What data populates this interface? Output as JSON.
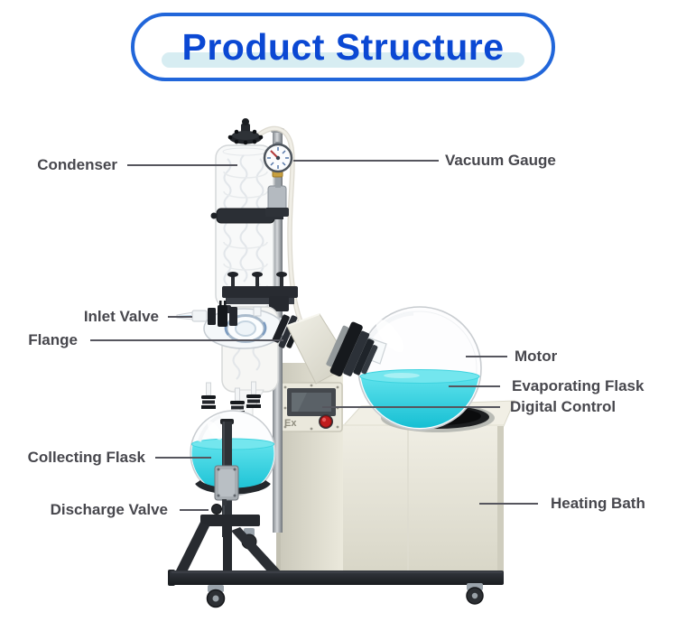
{
  "title": {
    "text": "Product Structure",
    "text_color": "#0b48d3",
    "border_color": "#2166da",
    "underline_color": "#d7edf2"
  },
  "machine": {
    "panel_marking": "Ex",
    "liquid_color": "#2fd4e2",
    "body_color": "#e7e5d9",
    "frame_color": "#26292e",
    "label_text_color": "#47474d",
    "leader_line_color": "#56565e"
  },
  "parts": [
    {
      "id": "condenser",
      "label": "Condenser",
      "side": "left"
    },
    {
      "id": "vacuum-gauge",
      "label": "Vacuum Gauge",
      "side": "right"
    },
    {
      "id": "inlet-valve",
      "label": "Inlet Valve",
      "side": "left"
    },
    {
      "id": "flange",
      "label": "Flange",
      "side": "left"
    },
    {
      "id": "motor",
      "label": "Motor",
      "side": "right"
    },
    {
      "id": "evaporating-flask",
      "label": "Evaporating Flask",
      "side": "right"
    },
    {
      "id": "digital-control",
      "label": "Digital Control",
      "side": "right"
    },
    {
      "id": "collecting-flask",
      "label": "Collecting Flask",
      "side": "left"
    },
    {
      "id": "discharge-valve",
      "label": "Discharge Valve",
      "side": "left"
    },
    {
      "id": "heating-bath",
      "label": "Heating Bath",
      "side": "right"
    }
  ]
}
